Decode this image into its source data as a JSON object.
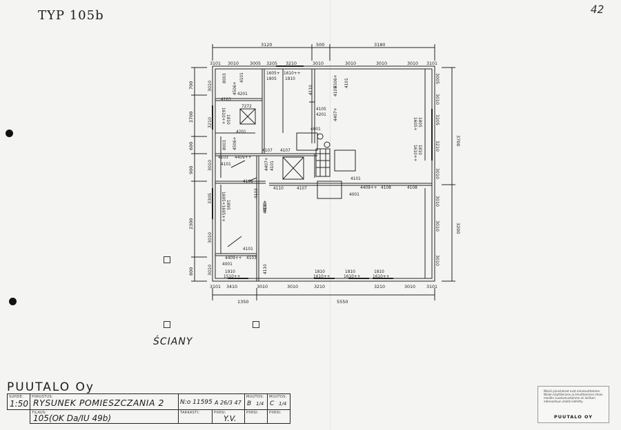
{
  "header": {
    "type_label": "TYP 105b",
    "page_number": "42"
  },
  "caption": "ŚCIANY",
  "company": "PUUTALO Oy",
  "plan": {
    "top_dims": [
      "3120",
      "500",
      "3180"
    ],
    "bottom_dims": [
      "1350",
      "5550"
    ],
    "left_dims": [
      "700",
      "2700",
      "600",
      "900",
      "2300",
      "800"
    ],
    "right_dims": [
      "3700",
      "3200"
    ],
    "wall_labels_top": [
      "3101",
      "3010",
      "3005",
      "3205",
      "3210",
      "3010",
      "3010",
      "3010",
      "3010",
      "3101"
    ],
    "wall_labels_bottom": [
      "3101",
      "3410",
      "3010",
      "3010",
      "3210",
      "3210",
      "3010",
      "3101"
    ],
    "wall_labels_left": [
      "3010",
      "3210",
      "3010",
      "3305",
      "3010",
      "3010"
    ],
    "wall_labels_right": [
      "3005",
      "3010",
      "3205",
      "3210",
      "3010",
      "3010",
      "3010",
      "3010"
    ],
    "windows_top": [
      "1605+",
      "1805",
      "1610++",
      "1810"
    ],
    "windows_bottom": [
      "1910",
      "1510++",
      "1810",
      "1610++",
      "1810",
      "1610++",
      "1810",
      "1610++"
    ],
    "window_right": [
      "1805",
      "1605+",
      "1810",
      "1610++"
    ],
    "window_left": [
      "1610++",
      "1810"
    ],
    "window_left2": [
      "1695+1695++",
      "1895"
    ],
    "interior": [
      "8003",
      "4506+",
      "4101",
      "4201",
      "4103",
      "7272",
      "4201",
      "4506+",
      "8003",
      "4103",
      "4409++",
      "4101",
      "4107",
      "4107",
      "4407+",
      "4101",
      "4101",
      "4110",
      "4107",
      "4001",
      "4110",
      "4105",
      "4201",
      "4407+",
      "4105",
      "4506+",
      "4101",
      "4101",
      "4409++",
      "4108",
      "4108",
      "4001",
      "4103",
      "4409+",
      "4110",
      "4101",
      "4409++",
      "4103",
      "4001",
      "4110"
    ]
  },
  "title_block": {
    "scale_label": "SUHDE:",
    "scale": "1:50",
    "drawing_label": "PIIRUSTUS:",
    "drawing": "RYSUNEK POMIESZCZANIA 2",
    "number": "N:o 11595",
    "date": "A 26/3 47",
    "change_label": "MUUTOS:",
    "change_b": "B",
    "change_b_sheet": "1/4",
    "change_c": "C",
    "change_c_sheet": "1/4",
    "order_label": "TILAUS:",
    "order": "105(OK Da/IU 49b)",
    "drawn_label": "TARKASTI:",
    "checked_label": "PIIRSI:",
    "checked": "Y.V.",
    "drawn2_label": "PIIRSI:",
    "drawn3_label": "PIIRSI:"
  },
  "stamp": {
    "text": "Nämä piirustukset ovat omaisuuttamme. Niiden käyttäminen ja ilmoittaminen ilman meidän suostumustamme on laillisen edesvastuun uhalla kielletty.",
    "brand": "PUUTALO OY"
  }
}
